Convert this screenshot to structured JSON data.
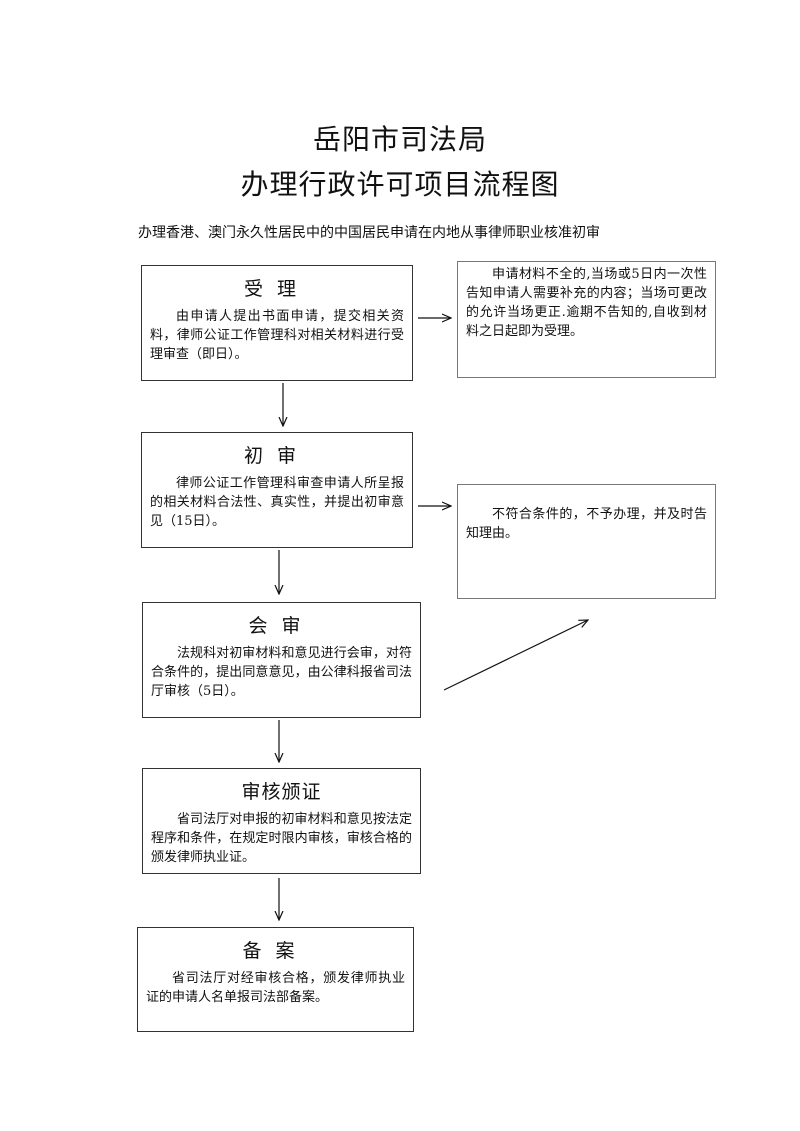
{
  "header": {
    "title_line1": "岳阳市司法局",
    "title_line2": "办理行政许可项目流程图",
    "subtitle": "办理香港、澳门永久性居民中的中国居民申请在内地从事律师职业核准初审"
  },
  "steps": [
    {
      "title": "受理",
      "text": "由申请人提出书面申请，提交相关资料，律师公证工作管理科对相关材料进行受理审查（即日）。"
    },
    {
      "title": "初审",
      "text": "律师公证工作管理科审查申请人所呈报的相关材料合法性、真实性，并提出初审意见（15日）。"
    },
    {
      "title": "会审",
      "text": "法规科对初审材料和意见进行会审，对符合条件的，提出同意意见，由公律科报省司法厅审核（5日）。"
    },
    {
      "title": "审核颁证",
      "text": "省司法厅对申报的初审材料和意见按法定程序和条件，在规定时限内审核，审核合格的颁发律师执业证。"
    },
    {
      "title": "备案",
      "text": "省司法厅对经审核合格，颁发律师执业证的申请人名单报司法部备案。"
    }
  ],
  "notes": [
    {
      "text": "申请材料不全的,当场或5日内一次性告知申请人需要补充的内容；当场可更改的允许当场更正.逾期不告知的,自收到材料之日起即为受理。"
    },
    {
      "text": "不符合条件的，不予办理，并及时告知理由。"
    }
  ]
}
